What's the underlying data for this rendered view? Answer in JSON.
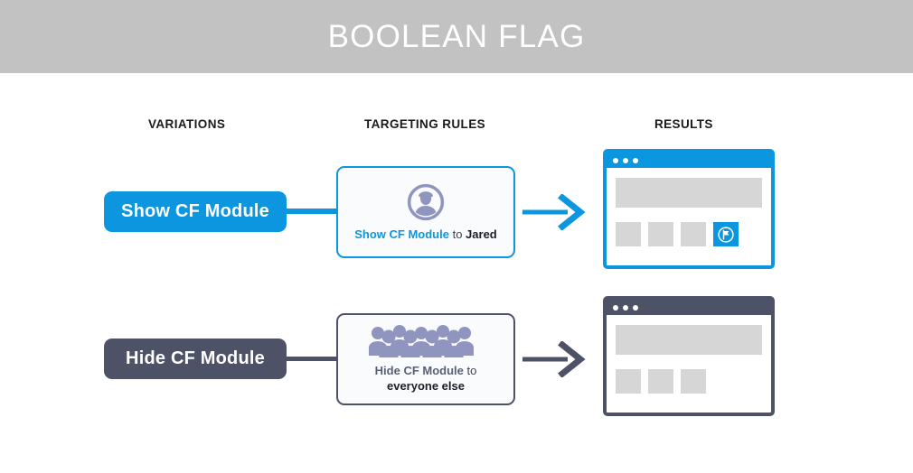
{
  "banner": {
    "title": "BOOLEAN FLAG",
    "background": "#c2c2c2",
    "text_color": "#ffffff"
  },
  "columns": {
    "variations": "VARIATIONS",
    "targeting_rules": "TARGETING RULES",
    "results": "RESULTS"
  },
  "colors": {
    "accent_blue": "#0d96e0",
    "slate": "#4e5266",
    "icon_purple": "#8f95bf",
    "placeholder_gray": "#d6d6d6"
  },
  "rows": [
    {
      "variation": {
        "label": "Show CF Module",
        "color": "#0d96e0",
        "text_color": "#ffffff"
      },
      "rule": {
        "icon": "single-user-icon",
        "flag_label": "Show CF Module",
        "connector_word": " to ",
        "target": "Jared",
        "border_color": "#0d96e0"
      },
      "arrow": {
        "icon": "arrow-right-icon",
        "color": "#0d96e0"
      },
      "result": {
        "window_color": "#0d96e0",
        "dots": 3,
        "tiles": [
          {
            "type": "placeholder"
          },
          {
            "type": "placeholder"
          },
          {
            "type": "placeholder"
          },
          {
            "type": "cf-module",
            "icon": "cf-module-flag-icon"
          }
        ]
      }
    },
    {
      "variation": {
        "label": "Hide CF Module",
        "color": "#4e5266",
        "text_color": "#ffffff"
      },
      "rule": {
        "icon": "crowd-of-people-icon",
        "flag_label": "Hide CF Module",
        "connector_word": " to ",
        "target": "everyone else",
        "border_color": "#4e5266"
      },
      "arrow": {
        "icon": "arrow-right-icon",
        "color": "#4e5266"
      },
      "result": {
        "window_color": "#4e5266",
        "dots": 3,
        "tiles": [
          {
            "type": "placeholder"
          },
          {
            "type": "placeholder"
          },
          {
            "type": "placeholder"
          }
        ]
      }
    }
  ]
}
